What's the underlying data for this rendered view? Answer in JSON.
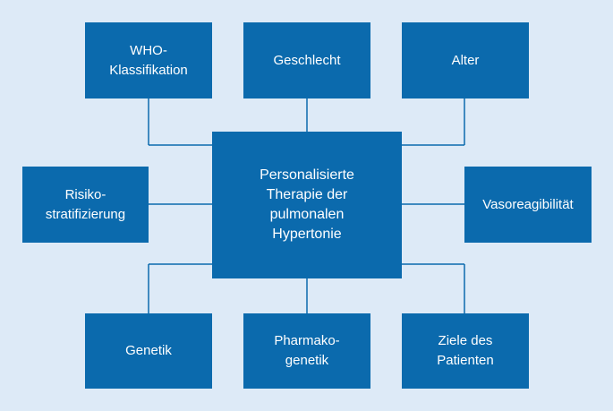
{
  "diagram": {
    "center": "Personalisierte\nTherapie der\npulmonalen\nHypertonie",
    "top_left": "WHO-\nKlassifikation",
    "top_middle": "Geschlecht",
    "top_right": "Alter",
    "middle_left": "Risiko-\nstratifizierung",
    "middle_right": "Vasoreagibilität",
    "bottom_left": "Genetik",
    "bottom_middle": "Pharmako-\ngenetik",
    "bottom_right": "Ziele des\nPatienten"
  },
  "colors": {
    "background": "#ddeaf7",
    "box": "#0b6aad",
    "text": "#ffffff"
  }
}
